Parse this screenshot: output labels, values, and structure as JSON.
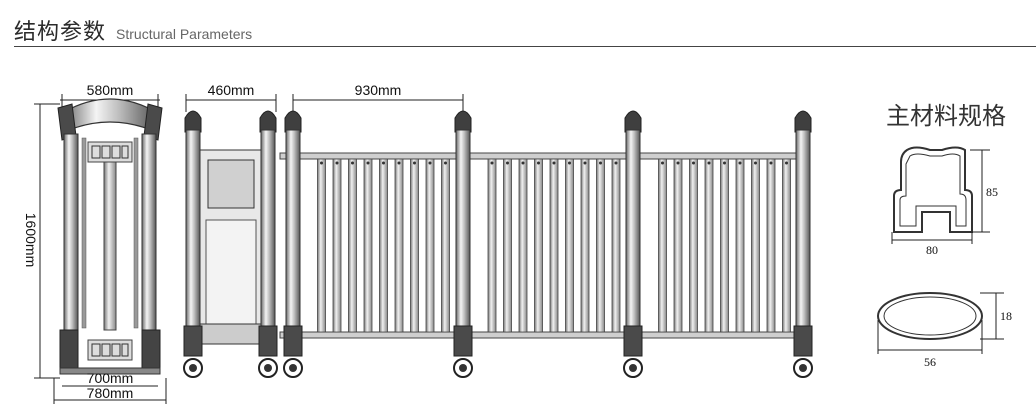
{
  "header": {
    "title_cn": "结构参数",
    "title_en": "Structural Parameters"
  },
  "front_view": {
    "top_width": "580mm",
    "height": "1600mm",
    "inner_base_width": "700mm",
    "outer_base_width": "780mm"
  },
  "side_view": {
    "head_width": "460mm",
    "section_spacing": "930mm"
  },
  "material_spec": {
    "title": "主材料规格",
    "profile": {
      "height": "85",
      "width": "80"
    },
    "oval": {
      "height": "18",
      "width": "56"
    }
  },
  "colors": {
    "line": "#333333",
    "frame": "#555555"
  }
}
